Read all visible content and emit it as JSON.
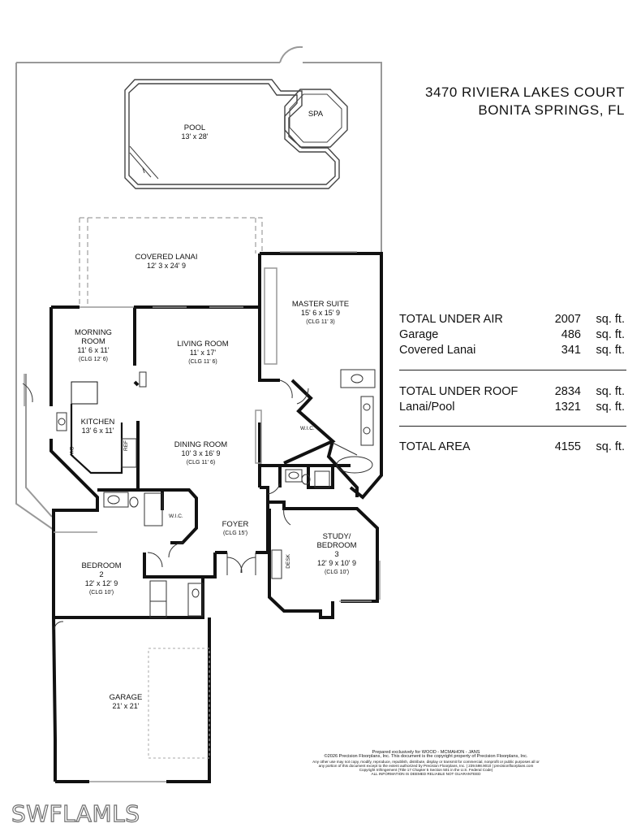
{
  "address": {
    "line1": "3470 RIVIERA LAKES COURT",
    "line2": "BONITA SPRINGS, FL"
  },
  "area_summary": {
    "group1": [
      {
        "label": "TOTAL UNDER AIR",
        "value": "2007",
        "unit": "sq. ft."
      },
      {
        "label": "Garage",
        "value": "486",
        "unit": "sq. ft."
      },
      {
        "label": "Covered Lanai",
        "value": "341",
        "unit": "sq. ft."
      }
    ],
    "group2": [
      {
        "label": "TOTAL UNDER ROOF",
        "value": "2834",
        "unit": "sq. ft."
      },
      {
        "label": "Lanai/Pool",
        "value": "1321",
        "unit": "sq. ft."
      }
    ],
    "group3": [
      {
        "label": "TOTAL AREA",
        "value": "4155",
        "unit": "sq. ft."
      }
    ]
  },
  "rooms": {
    "pool": {
      "name": "POOL",
      "dims": "13' x 28'"
    },
    "spa": {
      "name": "SPA"
    },
    "covered_lanai": {
      "name": "COVERED LANAI",
      "dims": "12' 3 x 24' 9"
    },
    "master_suite": {
      "name": "MASTER SUITE",
      "dims": "15' 6 x 15' 9",
      "ceiling": "(CLG 11' 3)"
    },
    "morning_room": {
      "name1": "MORNING",
      "name2": "ROOM",
      "dims": "11' 6 x 11'",
      "ceiling": "(CLG 12' 6)"
    },
    "living_room": {
      "name": "LIVING ROOM",
      "dims": "11' x 17'",
      "ceiling": "(CLG 11' 6)"
    },
    "kitchen": {
      "name": "KITCHEN",
      "dims": "13' 6 x 11'"
    },
    "dining_room": {
      "name": "DINING ROOM",
      "dims": "10' 3 x 16' 9",
      "ceiling": "(CLG 11' 6)"
    },
    "foyer": {
      "name": "FOYER",
      "ceiling": "(CLG 15')"
    },
    "study": {
      "name1": "STUDY/",
      "name2": "BEDROOM",
      "name3": "3",
      "dims": "12' 9 x 10' 9",
      "ceiling": "(CLG 10')"
    },
    "bedroom2": {
      "name1": "BEDROOM",
      "name2": "2",
      "dims": "12' x 12' 9",
      "ceiling": "(CLG 10')"
    },
    "garage": {
      "name": "GARAGE",
      "dims": "21' x 21'"
    }
  },
  "fixtures": {
    "wic_master": "W.I.C.",
    "wic_hall": "W.I.C.",
    "ref": "REF",
    "desk": "DESK",
    "dw": "DW"
  },
  "credit": {
    "line1": "Prepared exclusively for WOOD - MCMAHON - JANS",
    "line2": "©2026 Precision Floorplans, Inc. This document is the copyright property of Precision Floorplans, Inc.",
    "line3": "Any other use may not copy, modify, reproduce, republish, distribute, display or transmit for commercial, nonprofit or public purposes all or",
    "line4": "any portion of this document except to the extent authorized by Precision Floorplans, Inc. | 239.598.9010 | precisionfloorplans.com",
    "line5": "Copyright Infringement (Title 17 Chapter 5 Section 501 in the U.S. Federal Code)",
    "line6": "ALL INFORMATION IS DEEMED RELIABLE NOT GUARANTEED"
  },
  "watermark": "SWFLAMLS"
}
